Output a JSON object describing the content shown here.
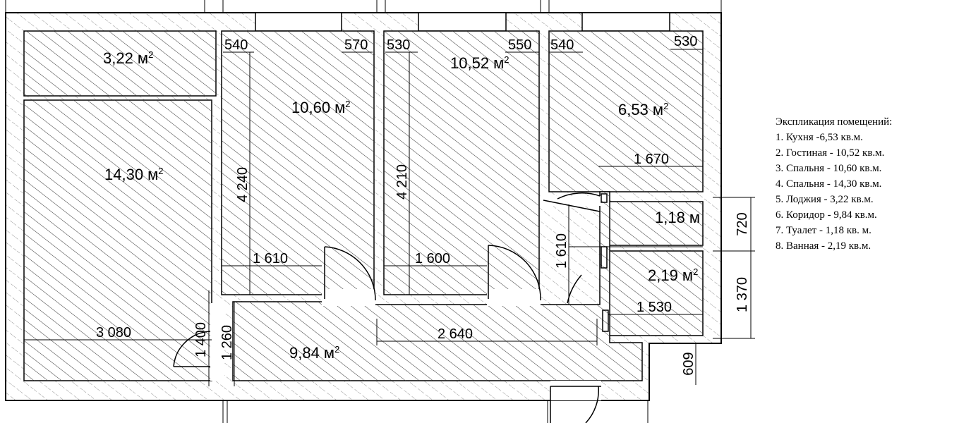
{
  "legend": {
    "title": "Экспликация помещений:",
    "items": [
      "1. Кухня -6,53 кв.м.",
      "2. Гостиная - 10,52 кв.м.",
      "3. Спальня - 10,60 кв.м.",
      "4. Спальня - 14,30 кв.м.",
      "5. Лоджия - 3,22 кв.м.",
      "6. Коридор - 9,84 кв.м.",
      "7. Туалет - 1,18 кв. м.",
      "8. Ванная - 2,19 кв.м."
    ]
  },
  "areas": {
    "loggia": "3,22 м",
    "bedroom_large": "14,30 м",
    "bedroom_small": "10,60 м",
    "living": "10,52 м",
    "kitchen": "6,53 м",
    "toilet": "1,18 м",
    "bath": "2,19 м",
    "corridor": "9,84 м",
    "sup": "2"
  },
  "dims": {
    "d540a": "540",
    "d570": "570",
    "d530a": "530",
    "d550": "550",
    "d540b": "540",
    "d530b": "530",
    "d4240": "4 240",
    "d4210": "4 210",
    "d1670": "1 670",
    "d1610": "1 610",
    "d1600": "1 600",
    "d1610v": "1 610",
    "d720": "720",
    "d1370": "1 370",
    "d1530": "1 530",
    "d3080": "3 080",
    "d2640": "2 640",
    "d1400": "1 400",
    "d1260": "1 260",
    "d609": "609"
  },
  "colors": {
    "line": "#000000",
    "hatch": "#333333",
    "background": "#ffffff"
  }
}
